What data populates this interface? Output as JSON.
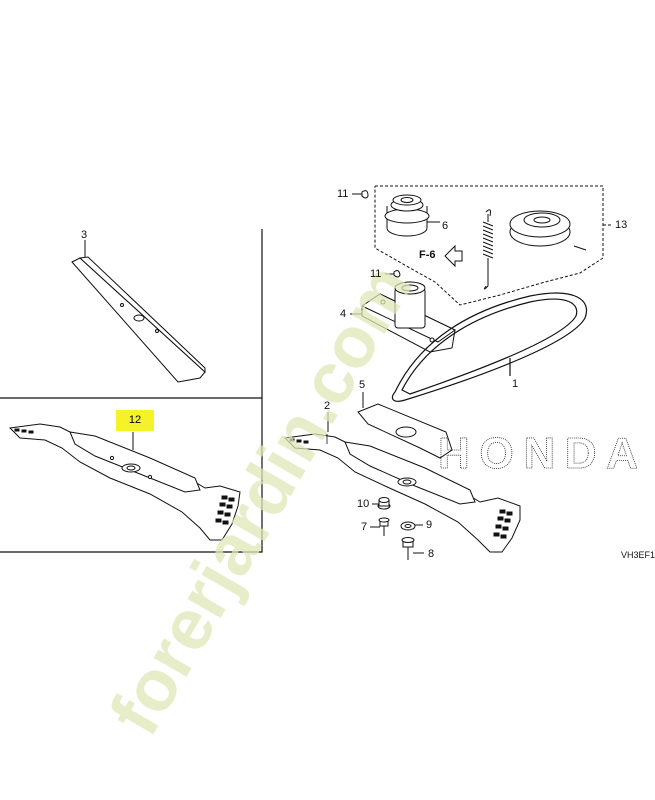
{
  "callouts": [
    {
      "key": "p1",
      "text": "1"
    },
    {
      "key": "p2",
      "text": "2"
    },
    {
      "key": "p3",
      "text": "3"
    },
    {
      "key": "p4",
      "text": "4"
    },
    {
      "key": "p5",
      "text": "5"
    },
    {
      "key": "p6",
      "text": "6"
    },
    {
      "key": "p7",
      "text": "7"
    },
    {
      "key": "p8",
      "text": "8"
    },
    {
      "key": "p9",
      "text": "9"
    },
    {
      "key": "p10",
      "text": "10"
    },
    {
      "key": "p11a",
      "text": "11"
    },
    {
      "key": "p11b",
      "text": "11"
    },
    {
      "key": "p12",
      "text": "12"
    },
    {
      "key": "p13",
      "text": "13"
    }
  ],
  "reference": "F-6",
  "brand": "HONDA",
  "diagram_code": "VH3EF1",
  "watermark": "forerjardin.com",
  "colors": {
    "highlight": "#f5f22a",
    "watermark": "#dfe7b8",
    "watermark_dot": "#f2c79a",
    "line": "#111111"
  }
}
